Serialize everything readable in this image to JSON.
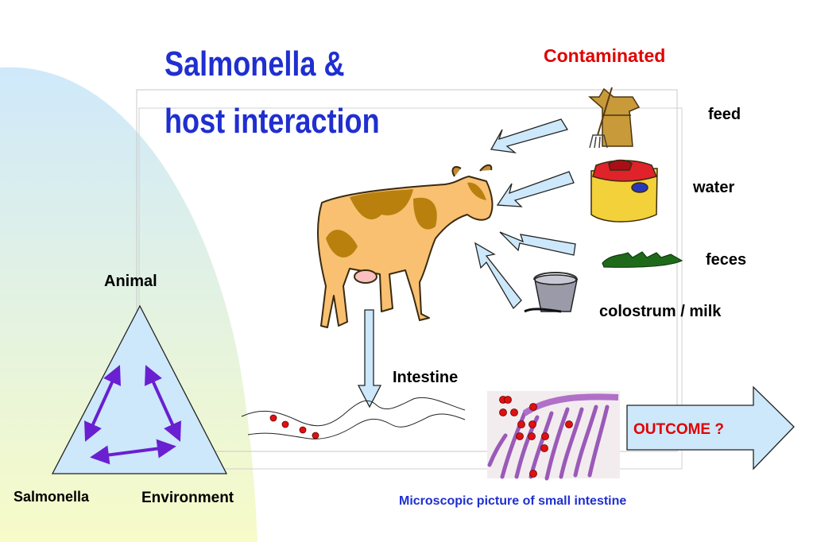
{
  "title": {
    "line1": "Salmonella    &",
    "line2": "host interaction"
  },
  "sources": {
    "header": "Contaminated",
    "items": [
      "feed",
      "water",
      "feces",
      "colostrum / milk"
    ]
  },
  "triangle": {
    "top": "Animal",
    "left": "Salmonella",
    "right": "Environment"
  },
  "intestine_label": "Intestine",
  "outcome_label": "OUTCOME ?",
  "caption": "Microscopic picture of small intestine",
  "colors": {
    "title": "#1f2fd0",
    "accent_red": "#e00000",
    "arrow_fill": "#cce8fa",
    "triangle_fill": "#cce8fa",
    "cycle_arrows": "#6a1fd0"
  },
  "icons": [
    "cow-icon",
    "hay-feed-icon",
    "water-trough-icon",
    "feces-icon",
    "milk-bucket-icon",
    "micrograph-icon"
  ]
}
